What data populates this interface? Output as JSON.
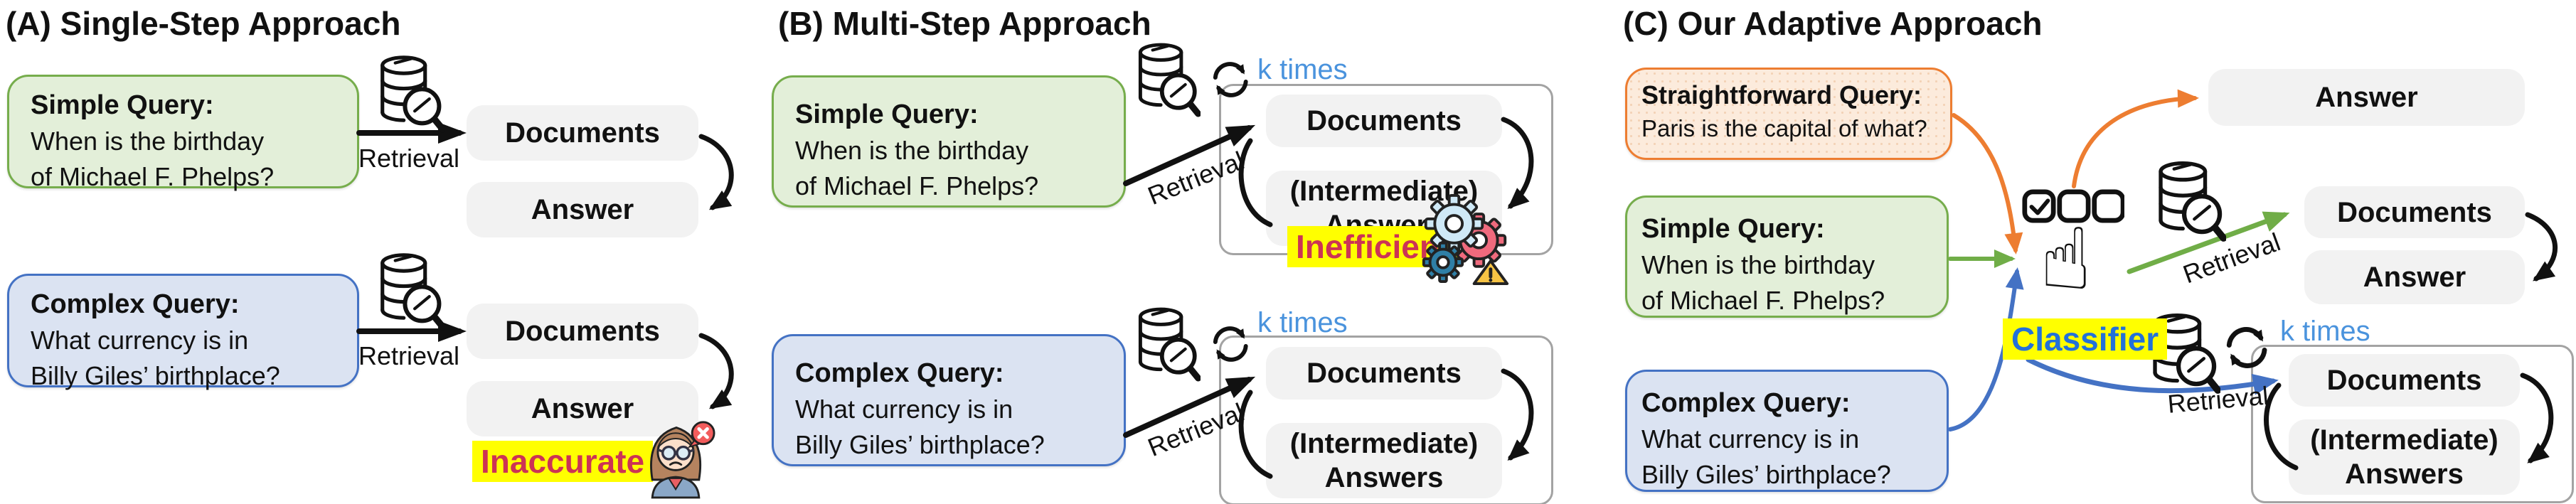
{
  "panel_a": {
    "title": "(A) Single-Step Approach"
  },
  "panel_b": {
    "title": "(B) Multi-Step Approach"
  },
  "panel_c": {
    "title": "(C) Our Adaptive Approach"
  },
  "queries": {
    "simple": {
      "header": "Simple Query:",
      "line1": "When is the birthday",
      "line2": "of Michael F. Phelps?"
    },
    "complex": {
      "header": "Complex Query:",
      "line1": "What currency is in",
      "line2": "Billy Giles’ birthplace?"
    },
    "straightforward": {
      "header": "Straightforward Query:",
      "line1": "Paris is the capital of what?"
    }
  },
  "labels": {
    "documents": "Documents",
    "answer": "Answer",
    "retrieval": "Retrieval",
    "k_times": "k times",
    "intermediate": "(Intermediate)",
    "answers": "Answers"
  },
  "flags": {
    "inaccurate": "Inaccurate",
    "inefficient": "Inefficient",
    "classifier": "Classifier"
  },
  "icons": {
    "hand_glyph": "☝"
  },
  "colors": {
    "simple_fill": "#e3efd9",
    "simple_border": "#76ad4c",
    "complex_fill": "#dbe3f2",
    "complex_border": "#4472c4",
    "straightforward_fill": "#fcebdc",
    "straightforward_border": "#ed7d31",
    "result_box_fill": "#f2f2f2",
    "loop_border": "#a3a3a3",
    "highlight": "#ffff00",
    "alert_text": "#cc3355",
    "classifier_text": "#2371d9",
    "k_times_text": "#4a93dd",
    "arrow_orange": "#ed7d31",
    "arrow_green": "#70ad47",
    "arrow_blue": "#4472c4"
  }
}
